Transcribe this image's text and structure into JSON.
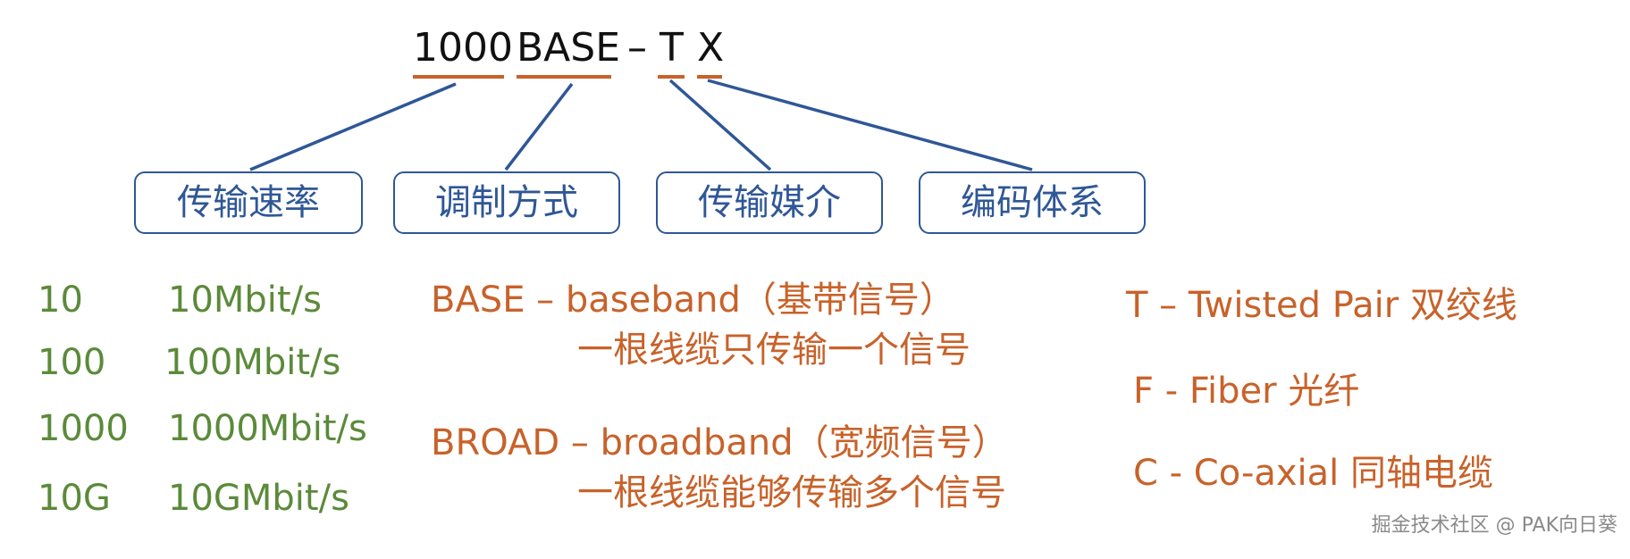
{
  "title": {
    "part_rate": "1000",
    "part_modulation": "BASE",
    "dash": "–",
    "part_medium": "T",
    "part_coding": "X"
  },
  "boxes": {
    "rate": "传输速率",
    "modulation": "调制方式",
    "medium": "传输媒介",
    "coding": "编码体系"
  },
  "rates": [
    {
      "code": "10",
      "speed": "10Mbit/s"
    },
    {
      "code": "100",
      "speed": "100Mbit/s"
    },
    {
      "code": "1000",
      "speed": "1000Mbit/s"
    },
    {
      "code": "10G",
      "speed": "10GMbit/s"
    }
  ],
  "modulation": {
    "base_label": "BASE – baseband（基带信号）",
    "base_desc": "一根线缆只传输一个信号",
    "broad_label": "BROAD – broadband（宽频信号）",
    "broad_desc": "一根线缆能够传输多个信号"
  },
  "media": [
    "T – Twisted Pair  双绞线",
    "F -  Fiber  光纤",
    "C -  Co-axial  同轴电缆"
  ],
  "watermark": "掘金技术社区 @ PAK向日葵",
  "colors": {
    "box_border": "#2f5796",
    "connector": "#2f5796",
    "underline": "#c8622a",
    "rate_text": "#5b8a3a",
    "desc_text": "#c8622a"
  }
}
